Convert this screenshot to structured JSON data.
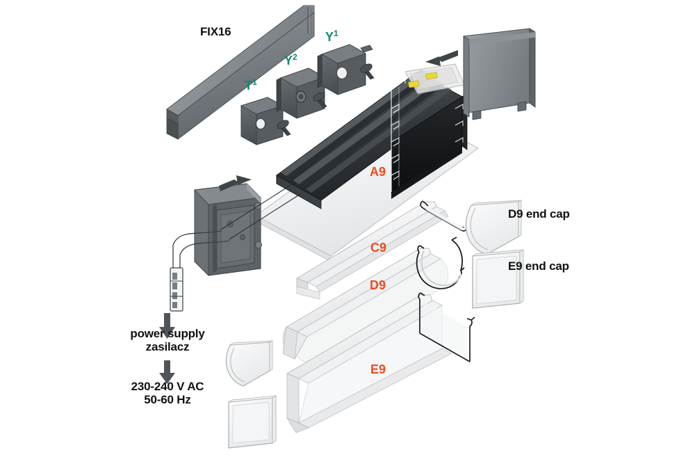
{
  "diagram": {
    "title": "LED aluminium profile exploded assembly diagram",
    "background_color": "#ffffff",
    "colors": {
      "part_code_orange": "#f04b1e",
      "bracket_code_teal": "#0e8a70",
      "text_black": "#111111",
      "metal_grey": "#6f7579",
      "metal_grey_dark": "#4a4f53",
      "profile_black": "#1b1b1d",
      "cover_clear": "#f2f3f4",
      "led_yellow": "#e8d63c"
    }
  },
  "labels": {
    "fix16": "FIX16",
    "bracket_t1_base": "T",
    "bracket_t1_sup": "1",
    "bracket_y2_base": "Y",
    "bracket_y2_sup": "2",
    "bracket_y1_base": "Y",
    "bracket_y1_sup": "1",
    "profile_a9": "A9",
    "cover_c9": "C9",
    "cover_d9": "D9",
    "cover_e9": "E9",
    "endcap_d9": "D9 end cap",
    "endcap_e9": "E9 end cap",
    "power_supply_en": "power supply",
    "power_supply_pl": "zasilacz",
    "mains_voltage": "230-240 V AC",
    "mains_frequency": "50-60 Hz"
  },
  "parts": [
    {
      "code": "FIX16",
      "kind": "mounting-rail",
      "description": "long mounting rail / fixing profile"
    },
    {
      "code": "T1",
      "kind": "mounting-bracket",
      "description": "small T mounting bracket with screw"
    },
    {
      "code": "Y2",
      "kind": "mounting-bracket",
      "description": "Y2 mounting bracket with screw"
    },
    {
      "code": "Y1",
      "kind": "mounting-bracket",
      "description": "Y1 mounting bracket with screw"
    },
    {
      "code": "A9",
      "kind": "aluminium-profile",
      "description": "main black anodised extrusion with LED strip"
    },
    {
      "code": "C9",
      "kind": "cover",
      "description": "frosted clear cover, shallow"
    },
    {
      "code": "D9",
      "kind": "cover",
      "description": "frosted clear cover, deep rounded"
    },
    {
      "code": "E9",
      "kind": "cover",
      "description": "frosted clear cover, deep square"
    },
    {
      "code": "D9 end cap",
      "kind": "end-cap",
      "description": "rounded transparent end cap"
    },
    {
      "code": "E9 end cap",
      "kind": "end-cap",
      "description": "rectangular transparent end cap"
    }
  ],
  "flow": {
    "steps": [
      "power supply",
      "zasilacz",
      "230-240 V AC",
      "50-60 Hz"
    ]
  }
}
